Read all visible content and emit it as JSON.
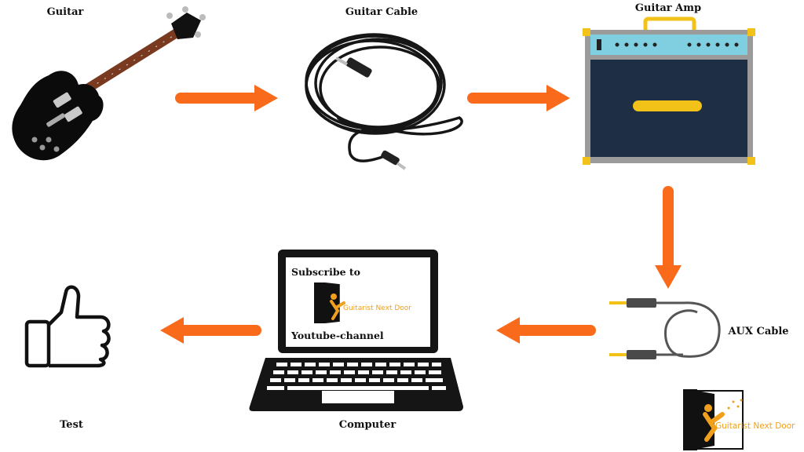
{
  "nodes": {
    "guitar": "Guitar",
    "guitar_cable": "Guitar Cable",
    "guitar_amp": "Guitar Amp",
    "aux_cable": "AUX Cable",
    "computer": "Computer",
    "test": "Test"
  },
  "screen": {
    "line1": "Subscribe to",
    "logo": "Guitarist Next Door",
    "line2": "Youtube-channel"
  },
  "brand_logo": "Guitarist Next Door",
  "colors": {
    "arrow": "#f96a1b",
    "amp_top": "#7fcfe0",
    "amp_body": "#1e2f45",
    "amp_corner": "#f2c218",
    "logo_accent": "#f0a01c"
  }
}
